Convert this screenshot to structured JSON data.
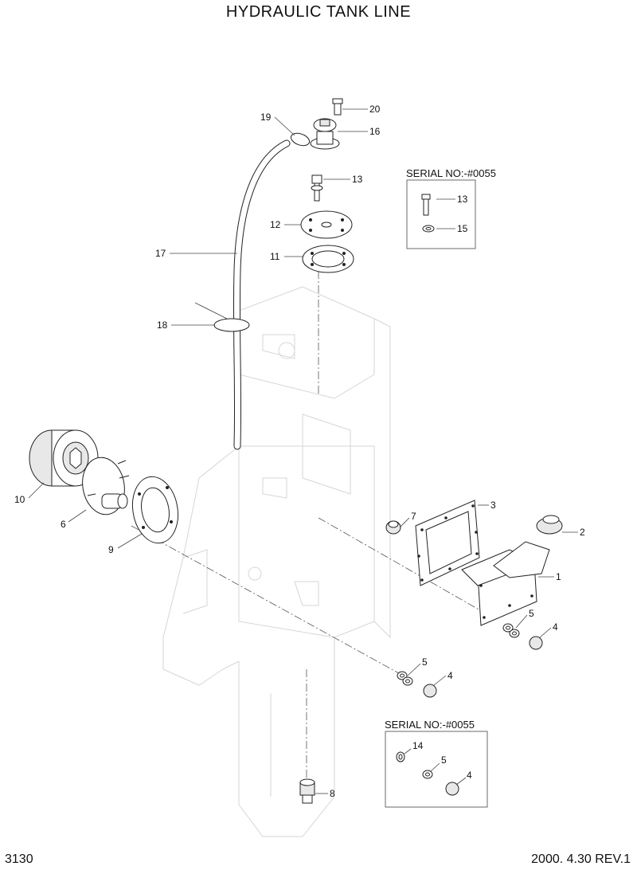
{
  "title": "HYDRAULIC TANK LINE",
  "page_number": "3130",
  "revision": "2000. 4.30 REV.1",
  "serial_boxes": [
    {
      "label": "SERIAL NO:-#0055",
      "callouts": [
        "13",
        "15"
      ]
    },
    {
      "label": "SERIAL NO:-#0055",
      "callouts": [
        "14",
        "5",
        "4"
      ]
    }
  ],
  "callouts": [
    "20",
    "19",
    "16",
    "13",
    "12",
    "11",
    "17",
    "18",
    "10",
    "6",
    "9",
    "7",
    "3",
    "2",
    "1",
    "5",
    "4",
    "5",
    "4",
    "8"
  ]
}
